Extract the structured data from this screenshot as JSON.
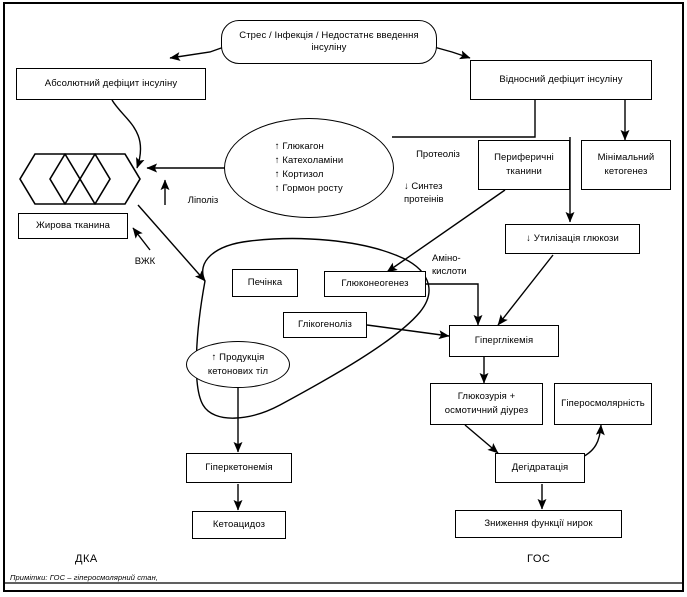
{
  "diagram": {
    "title_hidden": "",
    "nodes": {
      "trigger": "Стрес / Інфекція / Недостатнє введення інсуліну",
      "absolute_deficit": "Абсолютний дефіцит інсуліну",
      "relative_deficit": "Відносний дефіцит інсуліну",
      "hormones": "↑ Глюкагон\n↑ Катехоламіни\n↑ Кортизол\n↑ Гормон росту",
      "adipose_tissue": "Жирова тканина",
      "peripheral_tissues": "Периферичні тканини",
      "minimal_ketogenesis": "Мінімальний кетогенез",
      "glucose_utilization": "↓ Утилізація глюкози",
      "liver": "Печінка",
      "gluconeogenesis": "Глюконеогенез",
      "glycogenolysis": "Глікогеноліз",
      "ketone_production": "↑ Продукція кетонових тіл",
      "hyperglycemia": "Гіперглікемія",
      "glucosuria": "Глюкозурія + осмотичний діурез",
      "hyperosmolarity": "Гіперосмолярність",
      "dehydration": "Дегідратація",
      "hyperketonemia": "Гіперкетонемія",
      "ketoacidosis": "Кетоацидоз",
      "renal_decline": "Зниження функції нирок"
    },
    "edge_labels": {
      "lipolysis": "Ліполіз",
      "ffa": "ВЖК",
      "proteolysis": "Протеоліз",
      "protein_synthesis": "↓ Синтез протеінів",
      "amino_acids": "Аміно-кислоти"
    },
    "outcomes": {
      "dka": "ДКА",
      "hhs": "ГОС"
    },
    "footnote": "Примітки: ГОС – гіперосмолярний стан,",
    "colors": {
      "stroke": "#000000",
      "background": "#ffffff"
    }
  }
}
